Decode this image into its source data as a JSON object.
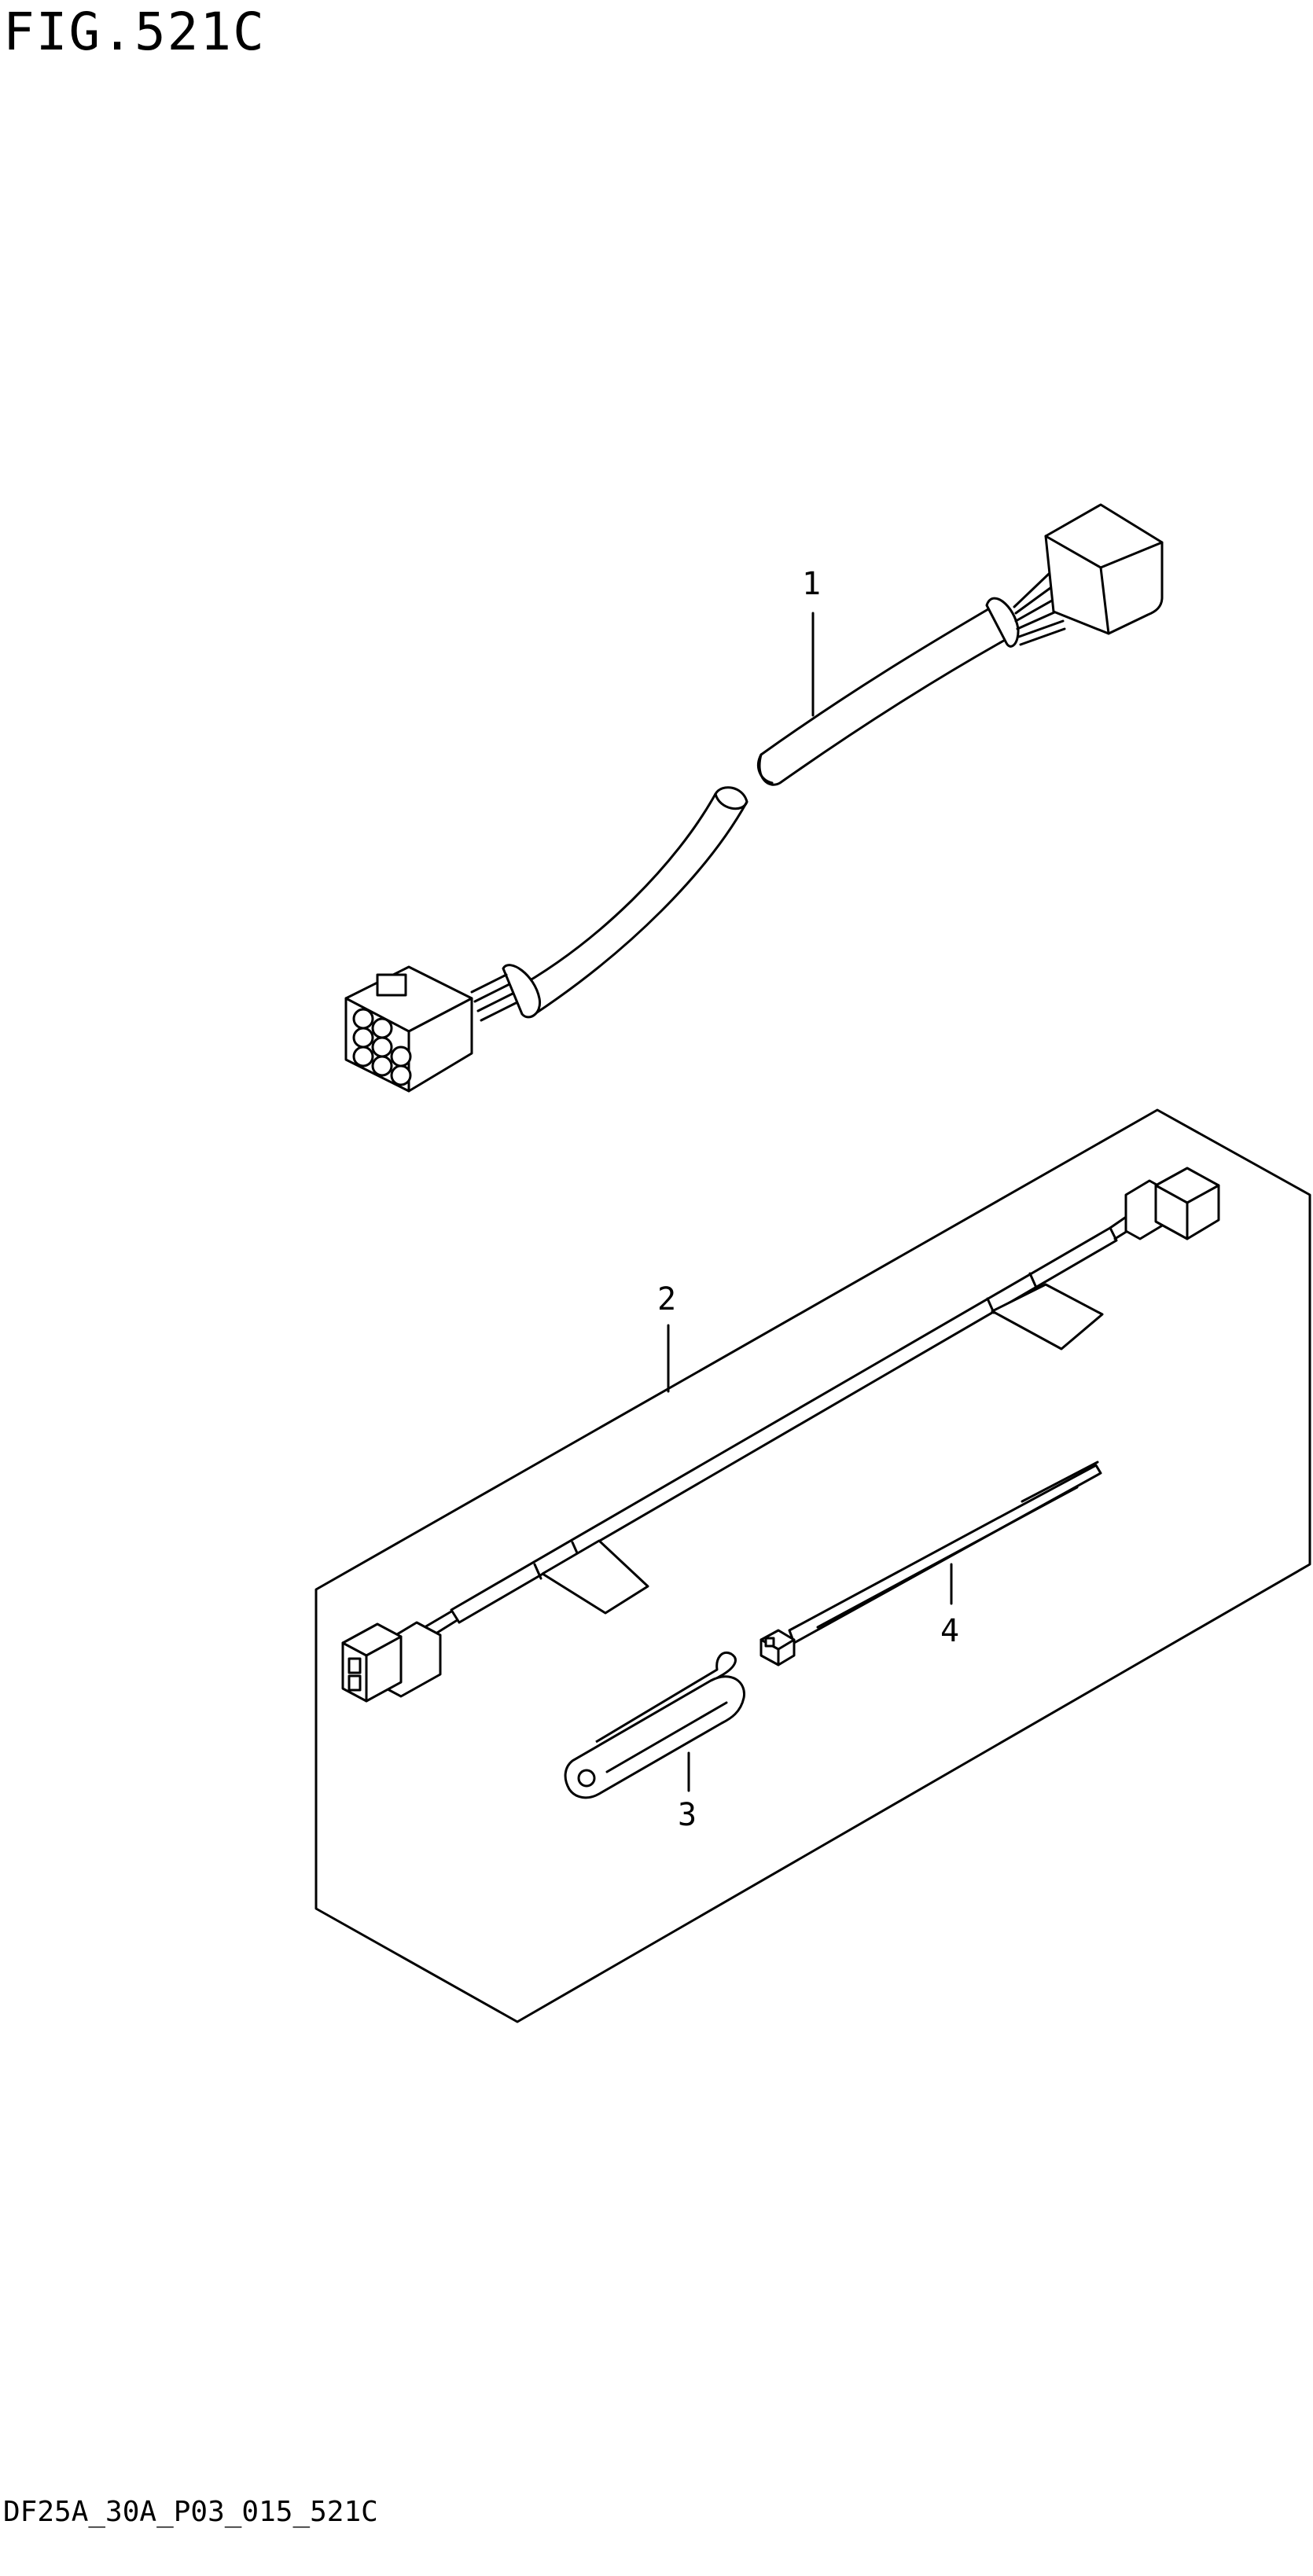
{
  "figure": {
    "title": "FIG.521C",
    "code": "DF25A_30A_P03_015_521C"
  },
  "callouts": [
    {
      "number": "1",
      "part": "harness-1"
    },
    {
      "number": "2",
      "part": "harness-kit-2"
    },
    {
      "number": "3",
      "part": "clamp-3"
    },
    {
      "number": "4",
      "part": "cable-tie-4"
    }
  ]
}
